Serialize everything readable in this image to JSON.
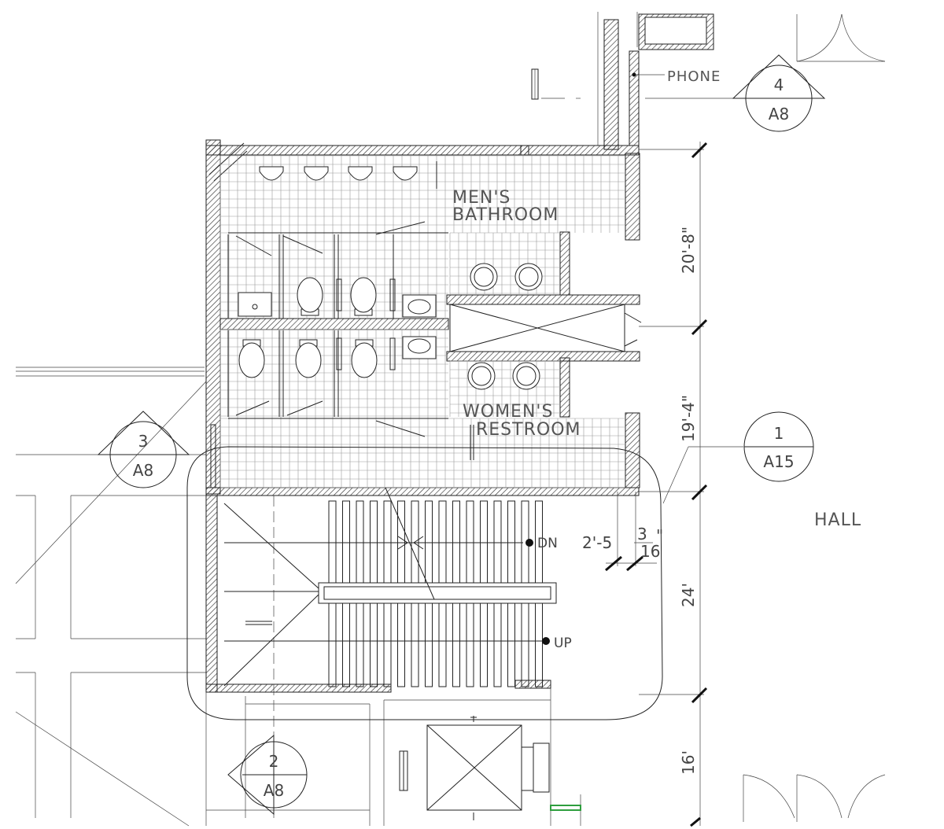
{
  "rooms": {
    "mens": [
      "MEN'S",
      "BATHROOM"
    ],
    "womens": [
      "WOMEN'S",
      "RESTROOM"
    ],
    "hall": "HALL",
    "phone": "PHONE"
  },
  "stairs": {
    "down": "DN",
    "up": "UP"
  },
  "dimensions": {
    "d1": "20'-8\"",
    "d2": "19'-4\"",
    "d3": "24'",
    "d4": "16'",
    "d5_main": "2'-5",
    "d5_num": "3",
    "d5_den": "16",
    "d5_suffix": "\""
  },
  "callouts": {
    "c1": {
      "num": "1",
      "sheet": "A15"
    },
    "c2": {
      "num": "2",
      "sheet": "A8"
    },
    "c3": {
      "num": "3",
      "sheet": "A8"
    },
    "c4": {
      "num": "4",
      "sheet": "A8"
    }
  },
  "colors": {
    "line": "#222222",
    "tile": "#9a9a9a",
    "accent": "#2e9e3e"
  }
}
